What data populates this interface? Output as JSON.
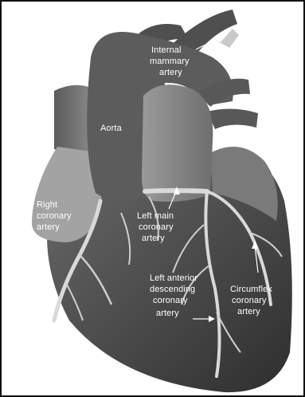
{
  "labels": {
    "internal_mammary": [
      "Internal",
      "mammary",
      "artery"
    ],
    "aorta": [
      "Aorta"
    ],
    "right_coronary": [
      "Right",
      "coronary",
      "artery"
    ],
    "left_main": [
      "Left main",
      "coronary",
      "artery"
    ],
    "lad": [
      "Left anterior",
      "descending",
      "coronary",
      "artery"
    ],
    "circumflex": [
      "Circumflex",
      "coronary",
      "artery"
    ]
  },
  "colors": {
    "heart": "#4d4d4d",
    "aorta": "#5a5a5a",
    "pulmonary": "#8c8c8c",
    "atrium": "#9e9e9e",
    "vessel": "#d9d9d9",
    "mammary": "#c9c9c9"
  }
}
